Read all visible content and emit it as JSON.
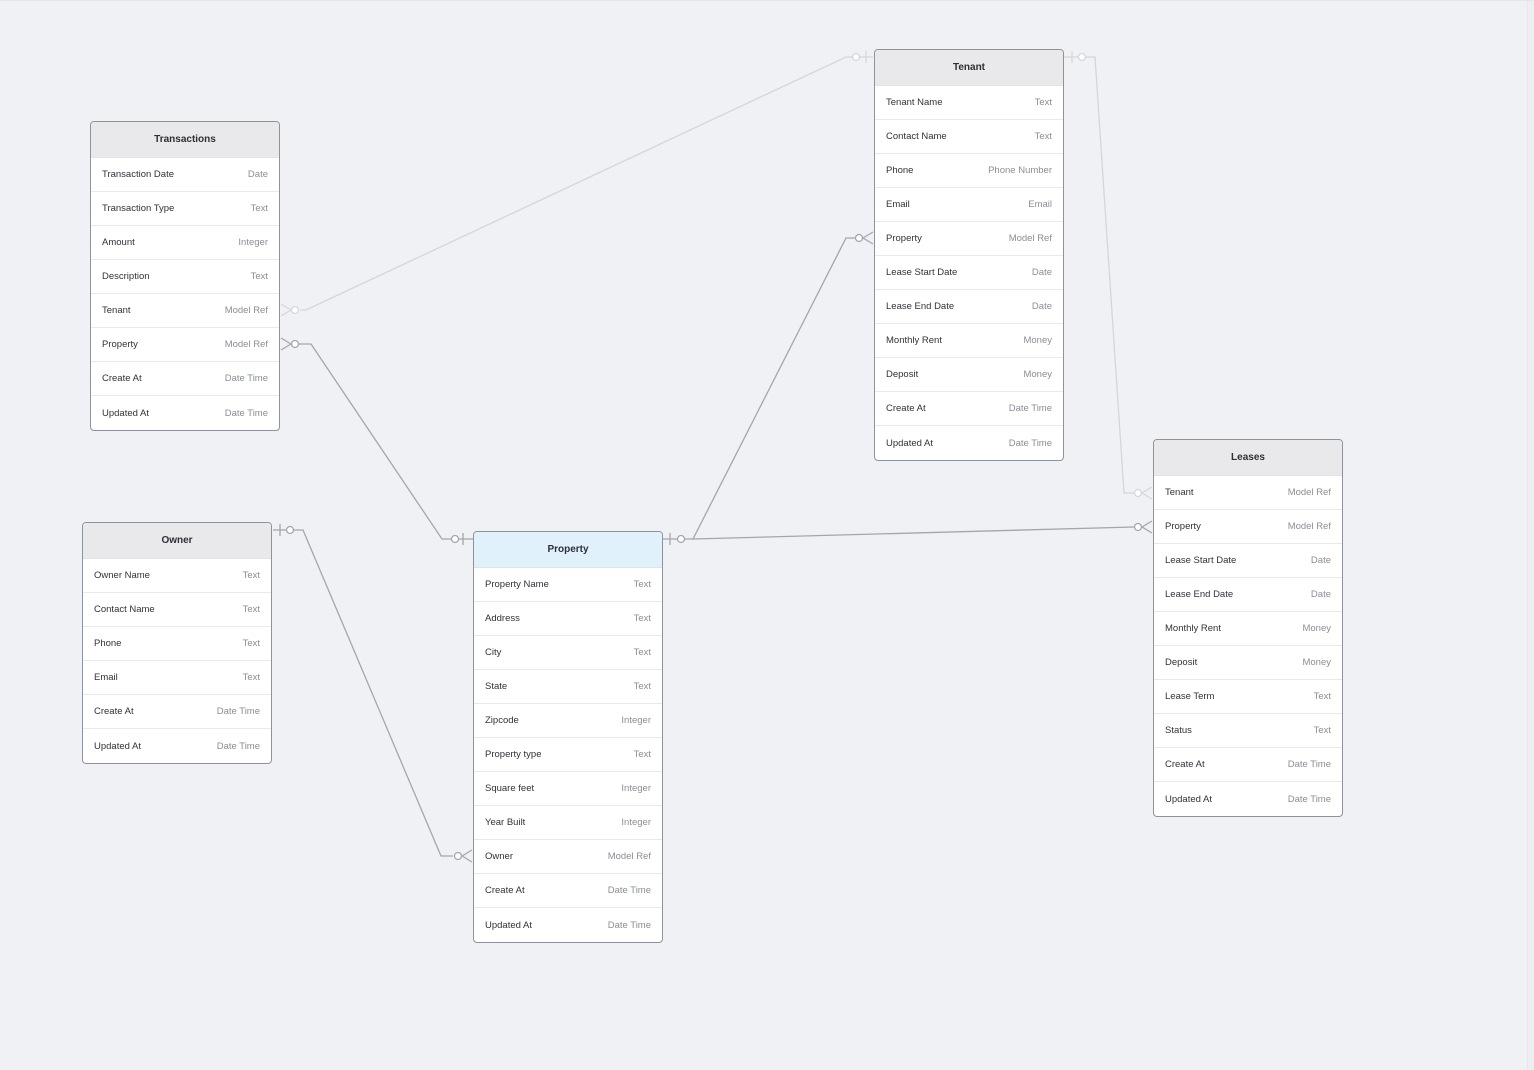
{
  "diagram": {
    "colors": {
      "background": "#f0f1f5",
      "entity_border": "#8e929a",
      "header_default": "#e9e9eb",
      "header_active": "#e1f1fc",
      "connector_dark": "#a3a6ad",
      "connector_light": "#d3d6db"
    },
    "entities": [
      {
        "id": "transactions",
        "title": "Transactions",
        "active": false,
        "fields": [
          {
            "name": "Transaction Date",
            "type": "Date"
          },
          {
            "name": "Transaction Type",
            "type": "Text"
          },
          {
            "name": "Amount",
            "type": "Integer"
          },
          {
            "name": "Description",
            "type": "Text"
          },
          {
            "name": "Tenant",
            "type": "Model Ref"
          },
          {
            "name": "Property",
            "type": "Model Ref"
          },
          {
            "name": "Create At",
            "type": "Date Time"
          },
          {
            "name": "Updated At",
            "type": "Date Time"
          }
        ]
      },
      {
        "id": "tenant",
        "title": "Tenant",
        "active": false,
        "fields": [
          {
            "name": "Tenant Name",
            "type": "Text"
          },
          {
            "name": "Contact Name",
            "type": "Text"
          },
          {
            "name": "Phone",
            "type": "Phone Number"
          },
          {
            "name": "Email",
            "type": "Email"
          },
          {
            "name": "Property",
            "type": "Model Ref"
          },
          {
            "name": "Lease Start Date",
            "type": "Date"
          },
          {
            "name": "Lease End Date",
            "type": "Date"
          },
          {
            "name": "Monthly Rent",
            "type": "Money"
          },
          {
            "name": "Deposit",
            "type": "Money"
          },
          {
            "name": "Create At",
            "type": "Date Time"
          },
          {
            "name": "Updated At",
            "type": "Date Time"
          }
        ]
      },
      {
        "id": "owner",
        "title": "Owner",
        "active": false,
        "fields": [
          {
            "name": "Owner Name",
            "type": "Text"
          },
          {
            "name": "Contact Name",
            "type": "Text"
          },
          {
            "name": "Phone",
            "type": "Text"
          },
          {
            "name": "Email",
            "type": "Text"
          },
          {
            "name": "Create At",
            "type": "Date Time"
          },
          {
            "name": "Updated At",
            "type": "Date Time"
          }
        ]
      },
      {
        "id": "property",
        "title": "Property",
        "active": true,
        "fields": [
          {
            "name": "Property Name",
            "type": "Text"
          },
          {
            "name": "Address",
            "type": "Text"
          },
          {
            "name": "City",
            "type": "Text"
          },
          {
            "name": "State",
            "type": "Text"
          },
          {
            "name": "Zipcode",
            "type": "Integer"
          },
          {
            "name": "Property type",
            "type": "Text"
          },
          {
            "name": "Square feet",
            "type": "Integer"
          },
          {
            "name": "Year Built",
            "type": "Integer"
          },
          {
            "name": "Owner",
            "type": "Model Ref"
          },
          {
            "name": "Create At",
            "type": "Date Time"
          },
          {
            "name": "Updated At",
            "type": "Date Time"
          }
        ]
      },
      {
        "id": "leases",
        "title": "Leases",
        "active": false,
        "fields": [
          {
            "name": "Tenant",
            "type": "Model Ref"
          },
          {
            "name": "Property",
            "type": "Model Ref"
          },
          {
            "name": "Lease Start Date",
            "type": "Date"
          },
          {
            "name": "Lease End Date",
            "type": "Date"
          },
          {
            "name": "Monthly Rent",
            "type": "Money"
          },
          {
            "name": "Deposit",
            "type": "Money"
          },
          {
            "name": "Lease Term",
            "type": "Text"
          },
          {
            "name": "Status",
            "type": "Text"
          },
          {
            "name": "Create At",
            "type": "Date Time"
          },
          {
            "name": "Updated At",
            "type": "Date Time"
          }
        ]
      }
    ],
    "relationships": [
      {
        "from": "tenant",
        "to": "transactions.Tenant",
        "cardinality": "one-to-many"
      },
      {
        "from": "property",
        "to": "transactions.Property",
        "cardinality": "one-to-many"
      },
      {
        "from": "property",
        "to": "tenant.Property",
        "cardinality": "one-to-many"
      },
      {
        "from": "property",
        "to": "leases.Property",
        "cardinality": "one-to-many"
      },
      {
        "from": "tenant",
        "to": "leases.Tenant",
        "cardinality": "one-to-many"
      },
      {
        "from": "owner",
        "to": "property.Owner",
        "cardinality": "one-to-many"
      }
    ]
  }
}
